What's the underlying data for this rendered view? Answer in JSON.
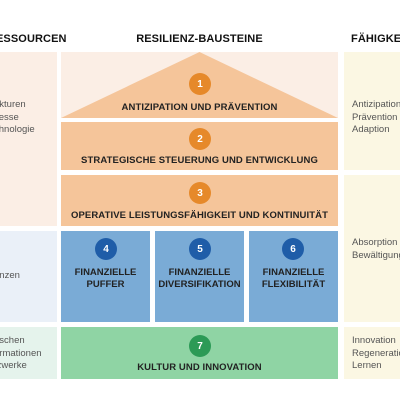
{
  "headers": {
    "left": "ESSOURCEN",
    "middle": "RESILIENZ-BAUSTEINE",
    "right": "FÄHIGKEIT"
  },
  "left_column": [
    {
      "lines": [
        "ukturen",
        "zesse",
        "chnologie"
      ]
    },
    {
      "lines": [
        "anzen"
      ]
    },
    {
      "lines": [
        "nschen",
        "ormationen",
        "tzwerke"
      ]
    }
  ],
  "right_column": [
    {
      "lines": [
        "Antizipation",
        "Prävention",
        "Adaption"
      ]
    },
    {
      "lines": [
        "Absorption",
        "Bewältigung"
      ]
    },
    {
      "lines": [
        "Innovation",
        "Regeneration",
        "Lernen"
      ]
    }
  ],
  "blocks": [
    {
      "number": "1",
      "label": "ANTIZIPATION UND PRÄVENTION"
    },
    {
      "number": "2",
      "label": "STRATEGISCHE STEUERUNG UND ENTWICKLUNG"
    },
    {
      "number": "3",
      "label": "OPERATIVE LEISTUNGSFÄHIGKEIT UND KONTINUITÄT"
    },
    {
      "number": "4",
      "label_lines": [
        "FINANZIELLE",
        "PUFFER"
      ]
    },
    {
      "number": "5",
      "label_lines": [
        "FINANZIELLE",
        "DIVERSIFIKATION"
      ]
    },
    {
      "number": "6",
      "label_lines": [
        "FINANZIELLE",
        "FLEXIBILITÄT"
      ]
    },
    {
      "number": "7",
      "label": "KULTUR UND INNOVATION"
    }
  ],
  "colors": {
    "orange_band": "#f5c59a",
    "orange_circle": "#e6892a",
    "blue_pillar": "#7aabd6",
    "blue_circle": "#1f5da8",
    "green_band": "#8fd4a4",
    "green_circle": "#2c9a56"
  }
}
